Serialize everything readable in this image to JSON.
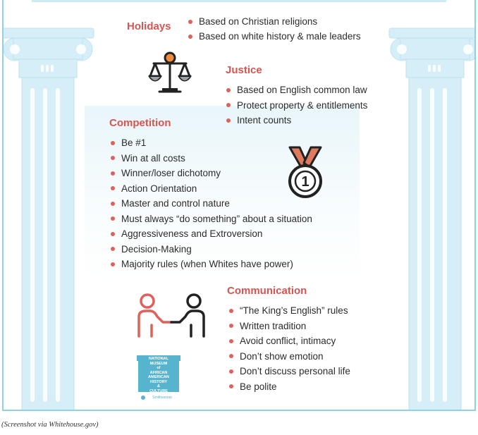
{
  "sections": {
    "holidays": {
      "heading": "Holidays",
      "items": [
        "Based on Christian religions",
        "Based on white history & male leaders"
      ]
    },
    "justice": {
      "heading": "Justice",
      "items": [
        "Based on English common law",
        "Protect property & entitlements",
        "Intent counts"
      ]
    },
    "competition": {
      "heading": "Competition",
      "items": [
        "Be #1",
        "Win at all costs",
        "Winner/loser dichotomy",
        "Action Orientation",
        "Master and control nature",
        "Must always “do something” about  a situation",
        "Aggressiveness and Extroversion",
        "Decision-Making",
        "Majority rules (when Whites have power)"
      ]
    },
    "communication": {
      "heading": "Communication",
      "items": [
        "“The King’s English” rules",
        "Written tradition",
        "Avoid conflict, intimacy",
        "Don’t show emotion",
        "Don’t discuss personal life",
        "Be polite"
      ]
    }
  },
  "icons": {
    "scales": "scales-of-justice-icon",
    "medal": "first-place-medal-icon",
    "medal_number": "1",
    "handshake": "people-handshake-icon",
    "pillars": "greek-column-icon"
  },
  "logo": {
    "lines": [
      "NATIONAL",
      "MUSEUM",
      "of",
      "AFRICAN",
      "AMERICAN",
      "HISTORY",
      "&",
      "CULTURE"
    ],
    "smithsonian": "Smithsonian"
  },
  "caption": "(Screenshot via Whitehouse.gov)",
  "colors": {
    "heading": "#d9534f",
    "bullet": "#e0605b",
    "pillar": "#d4edf6",
    "frame": "#8fd3e2",
    "logo": "#57b4cf"
  }
}
